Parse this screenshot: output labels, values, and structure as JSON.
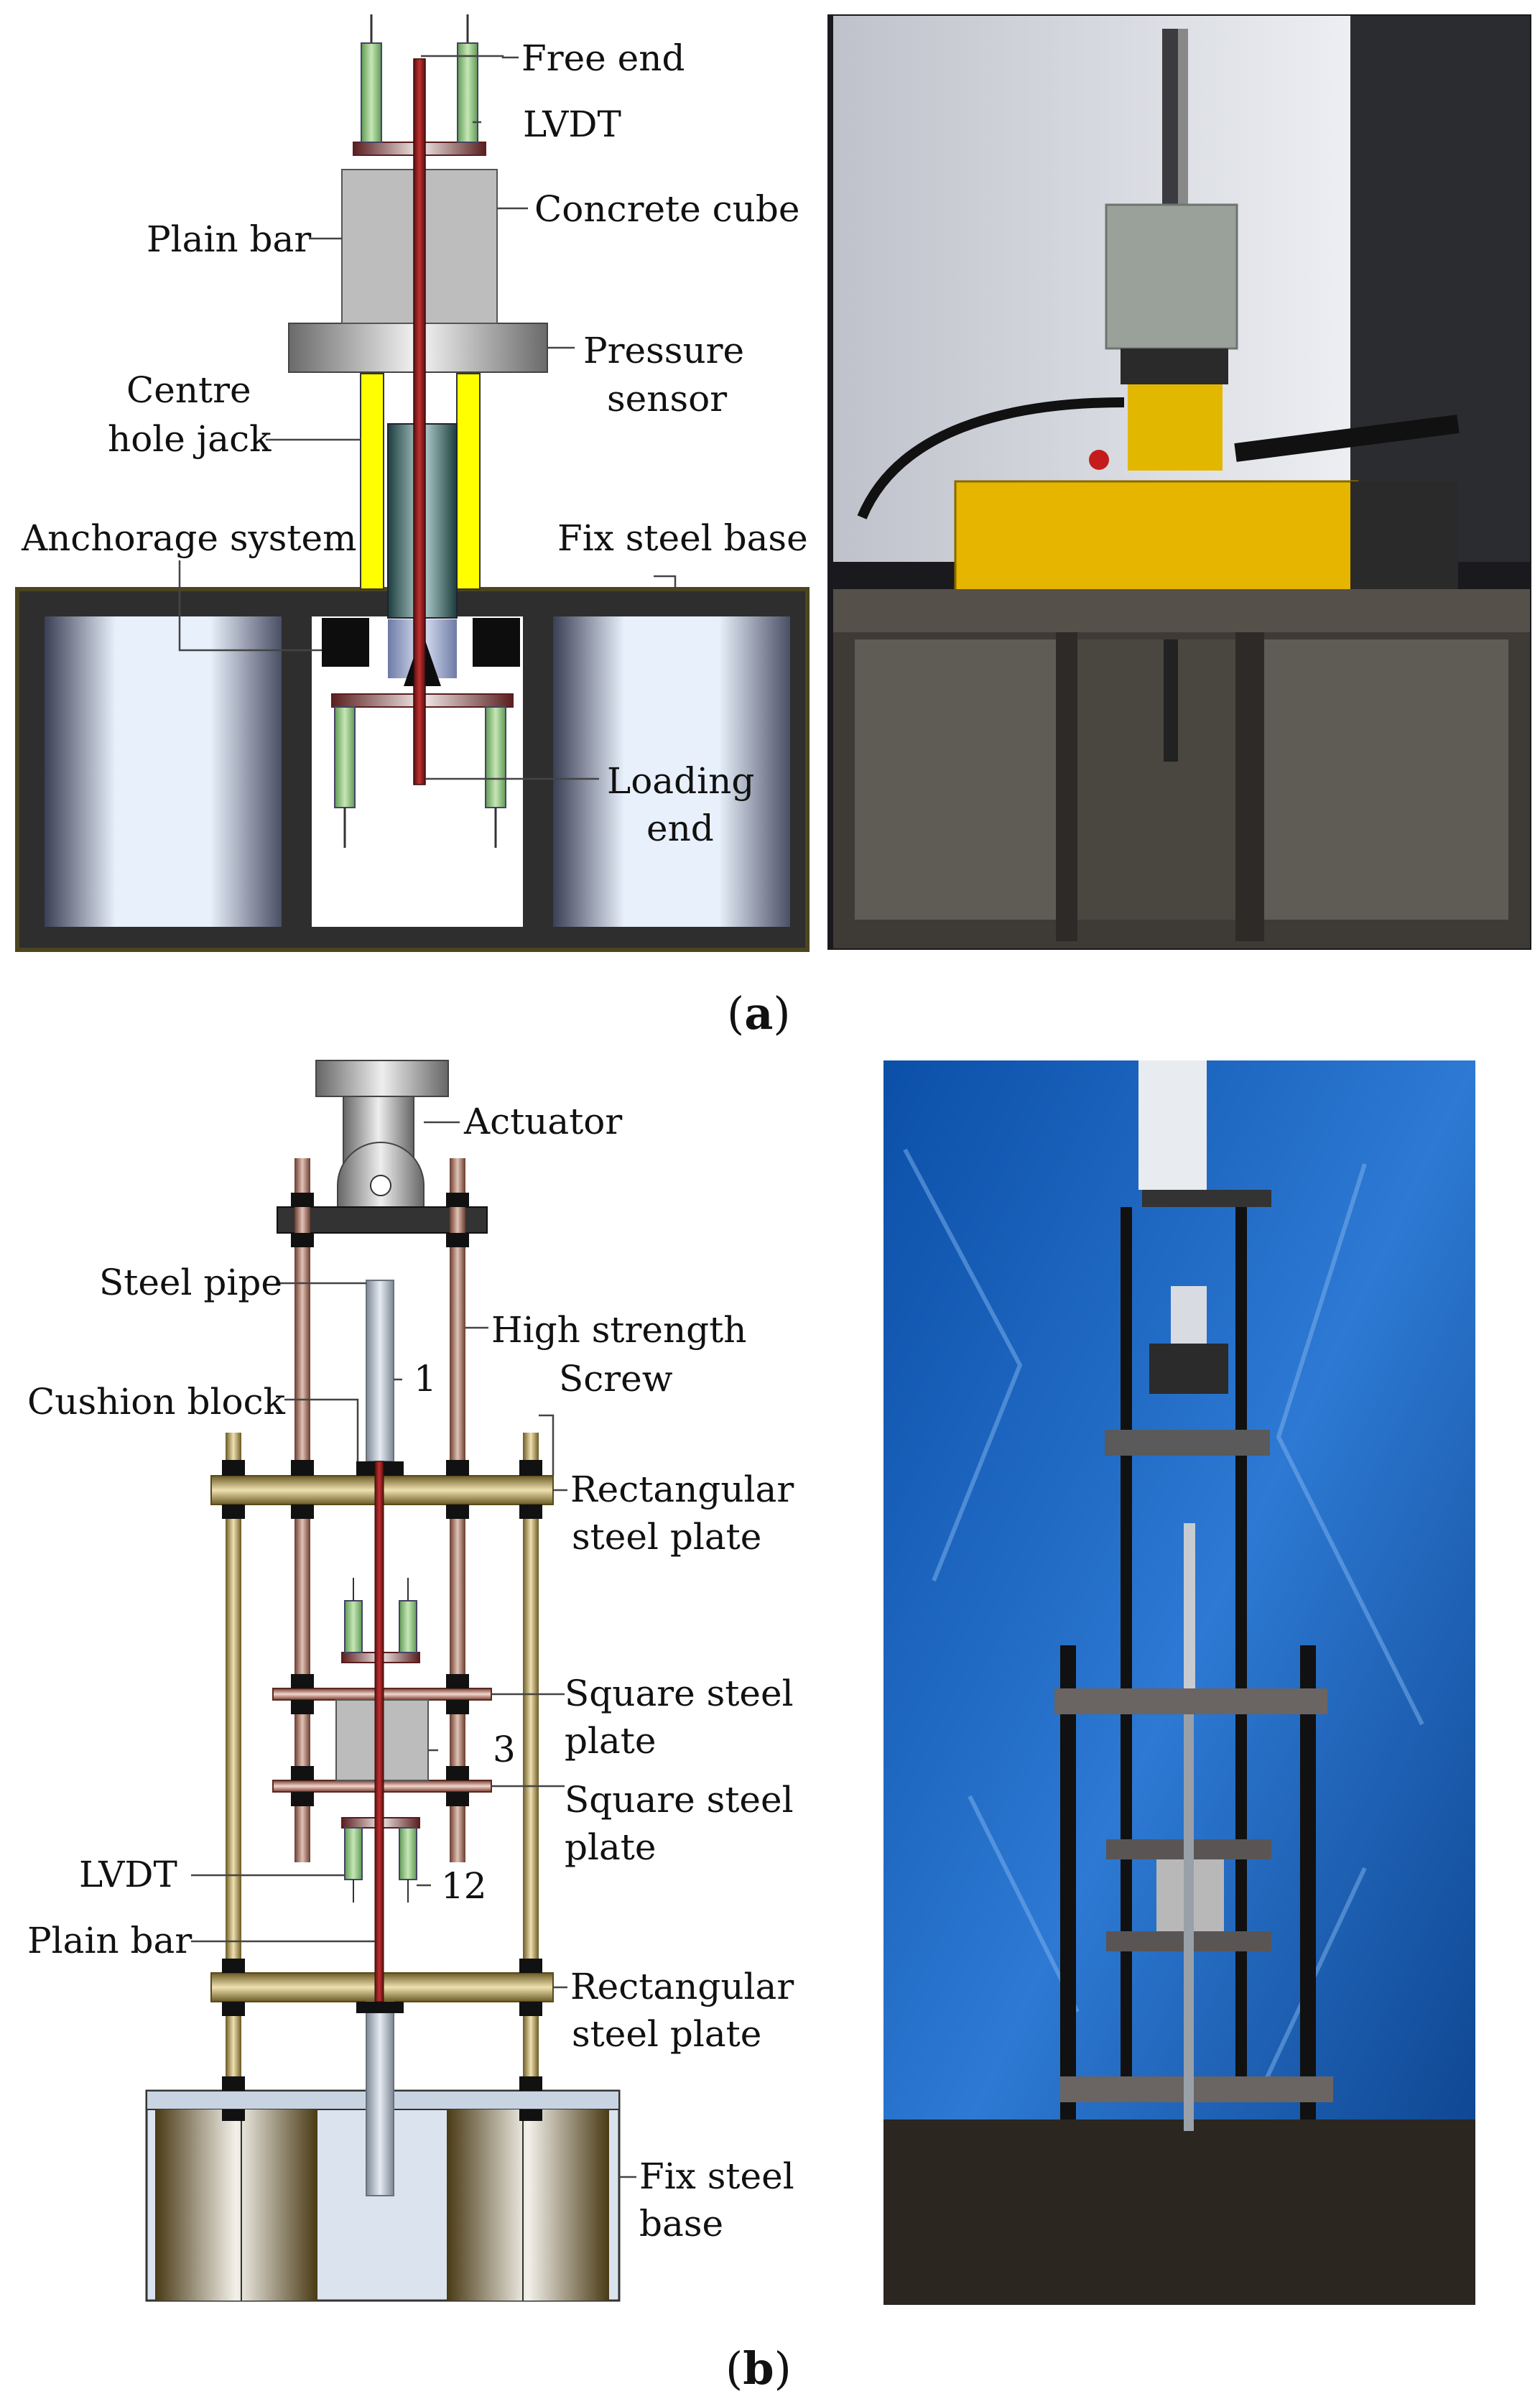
{
  "panel_a": {
    "caption_open": "(",
    "caption_letter": "a",
    "caption_close": ")",
    "labels": {
      "free_end": "Free end",
      "lvdt": "LVDT",
      "concrete_cube": "Concrete cube",
      "plain_bar": "Plain bar",
      "pressure_sensor_1": "Pressure",
      "pressure_sensor_2": "sensor",
      "centre_hole_jack_1": "Centre",
      "centre_hole_jack_2": "hole jack",
      "anchorage_system": "Anchorage system",
      "fix_steel_base": "Fix steel base",
      "loading_end_1": "Loading",
      "loading_end_2": "end"
    }
  },
  "panel_b": {
    "caption_open": "(",
    "caption_letter": "b",
    "caption_close": ")",
    "labels": {
      "actuator": "Actuator",
      "steel_pipe": "Steel pipe",
      "high_strength_1": "High strength",
      "high_strength_2": "Screw",
      "cushion_block": "Cushion block",
      "num_1": "1",
      "rect_plate_top_1": "Rectangular",
      "rect_plate_top_2": "steel plate",
      "square_plate_top_1": "Square steel",
      "square_plate_top_2": "plate",
      "num_3": "3",
      "square_plate_bot_1": "Square steel",
      "square_plate_bot_2": "plate",
      "lvdt": "LVDT",
      "num_12": "12",
      "plain_bar": "Plain bar",
      "rect_plate_bot_1": "Rectangular",
      "rect_plate_bot_2": "steel plate",
      "fix_steel_base_1": "Fix steel",
      "fix_steel_base_2": "base"
    }
  }
}
